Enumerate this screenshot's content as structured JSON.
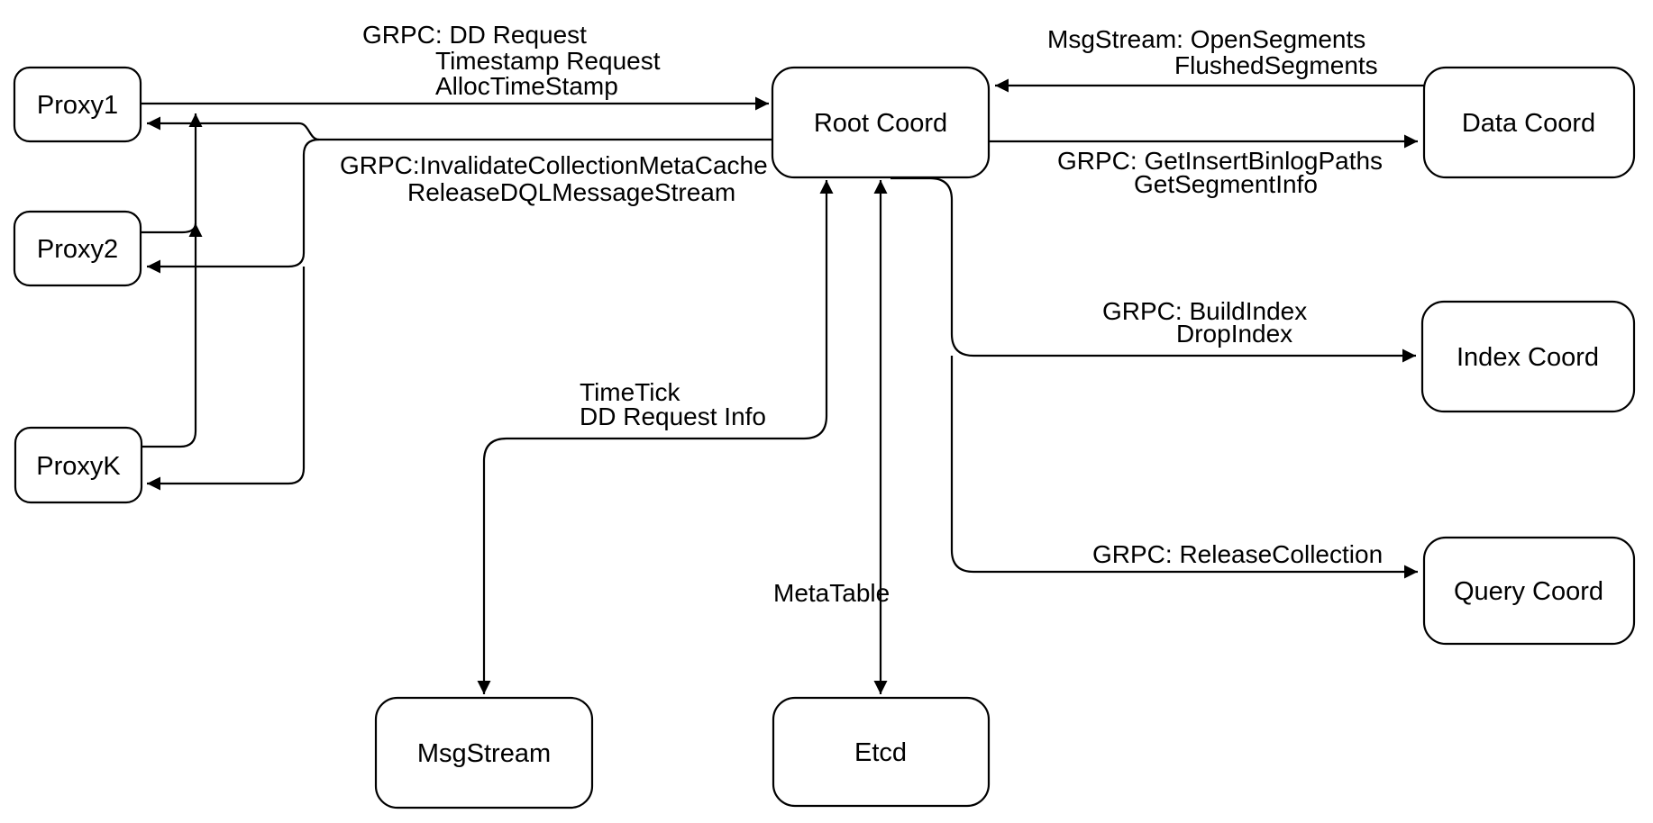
{
  "diagram": {
    "title": "Root Coord architecture diagram",
    "background_color": "#ffffff",
    "line_color": "#000000",
    "nodes": {
      "proxy1": {
        "label": "Proxy1"
      },
      "proxy2": {
        "label": "Proxy2"
      },
      "proxyk": {
        "label": "ProxyK"
      },
      "rootcoord": {
        "label": "Root Coord"
      },
      "datacoord": {
        "label": "Data Coord"
      },
      "indexcoord": {
        "label": "Index Coord"
      },
      "querycoord": {
        "label": "Query Coord"
      },
      "msgstream": {
        "label": "MsgStream"
      },
      "etcd": {
        "label": "Etcd"
      }
    },
    "edge_labels": {
      "proxies_to_rootcoord": {
        "line1": "GRPC: DD Request",
        "line2": "Timestamp Request",
        "line3": "AllocTimeStamp"
      },
      "rootcoord_to_proxies": {
        "line1": "GRPC:InvalidateCollectionMetaCache",
        "line2": "ReleaseDQLMessageStream"
      },
      "datacoord_to_rootcoord": {
        "line1": "MsgStream: OpenSegments",
        "line2": "FlushedSegments"
      },
      "rootcoord_to_datacoord": {
        "line1": "GRPC: GetInsertBinlogPaths",
        "line2": "GetSegmentInfo"
      },
      "rootcoord_to_indexcoord": {
        "line1": "GRPC: BuildIndex",
        "line2": "DropIndex"
      },
      "rootcoord_to_querycoord": {
        "line1": "GRPC: ReleaseCollection"
      },
      "rootcoord_to_msgstream": {
        "line1": "TimeTick",
        "line2": "DD Request Info"
      },
      "rootcoord_to_etcd": {
        "line1": "MetaTable"
      }
    }
  }
}
